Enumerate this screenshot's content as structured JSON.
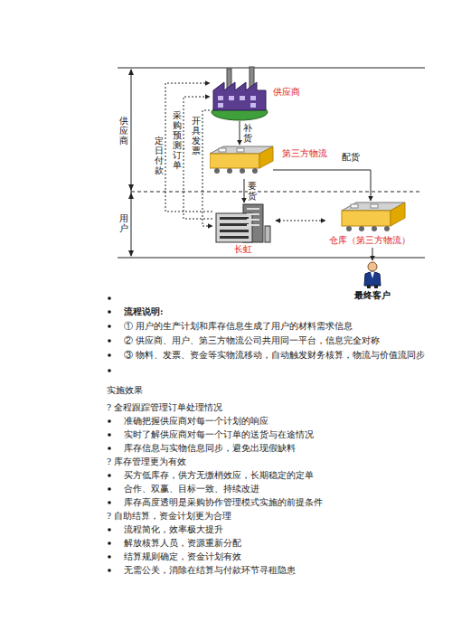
{
  "diagram": {
    "nodes": [
      {
        "text": [
          "供应商"
        ]
      },
      {
        "text": [
          "第三方物流"
        ]
      },
      {
        "text": [
          "长虹"
        ]
      },
      {
        "text": [
          "仓库（第三方物流）"
        ]
      },
      {
        "text": [
          "最终客户"
        ]
      }
    ],
    "edges": [
      {
        "from": 0,
        "to": 1,
        "label": "补货",
        "arrow": "to"
      },
      {
        "from": 1,
        "to": 3,
        "label": "配货",
        "arrow": "to"
      },
      {
        "from": 1,
        "to": 2,
        "label": "要货",
        "arrow": "to"
      },
      {
        "from": 2,
        "to": 3,
        "arrow": "both"
      },
      {
        "from": 3,
        "to": 4,
        "arrow": "to"
      },
      {
        "from": 2,
        "to": 0,
        "label": "定日付款",
        "arrow": "to"
      },
      {
        "from": 2,
        "to": 0,
        "label": "采购预测、订单",
        "arrow": "to"
      },
      {
        "from": 0,
        "to": 2,
        "label": "开具发票",
        "arrow": "to"
      }
    ],
    "labels": [
      "供应商",
      "用户",
      "流程说明:",
      "① 用户的生产计划和库存信息生成了用户的材料需求信息",
      "② 供应商、用户、第三方物流公司共用同一平台，信息完全对称",
      "③ 物料、发票、资金等实物流移动，自动触发财务核算，物流与价值流同步",
      "实施效果",
      "? 全程跟踪管理订单处理情况",
      "准确把握供应商对每一个计划的响应",
      "实时了解供应商对每一个订单的送货与在途情况",
      "库存信息与实物信息同步，避免出现假缺料",
      "? 库存管理更为有效",
      "买方低库存，供方无缴梢效应，长期稳定的定单",
      "合作、双赢、目标一致、持续改进",
      "库存高度透明是采购协作管理模式实施的前提条件",
      "? 自助结算，资金计划更为合理",
      "流程简化，效率极大提升",
      "解放核算人员，资源重新分配",
      "结算规则确定，资金计划有效",
      "无需公关，消除在结算与付款环节寻租隐患"
    ]
  }
}
